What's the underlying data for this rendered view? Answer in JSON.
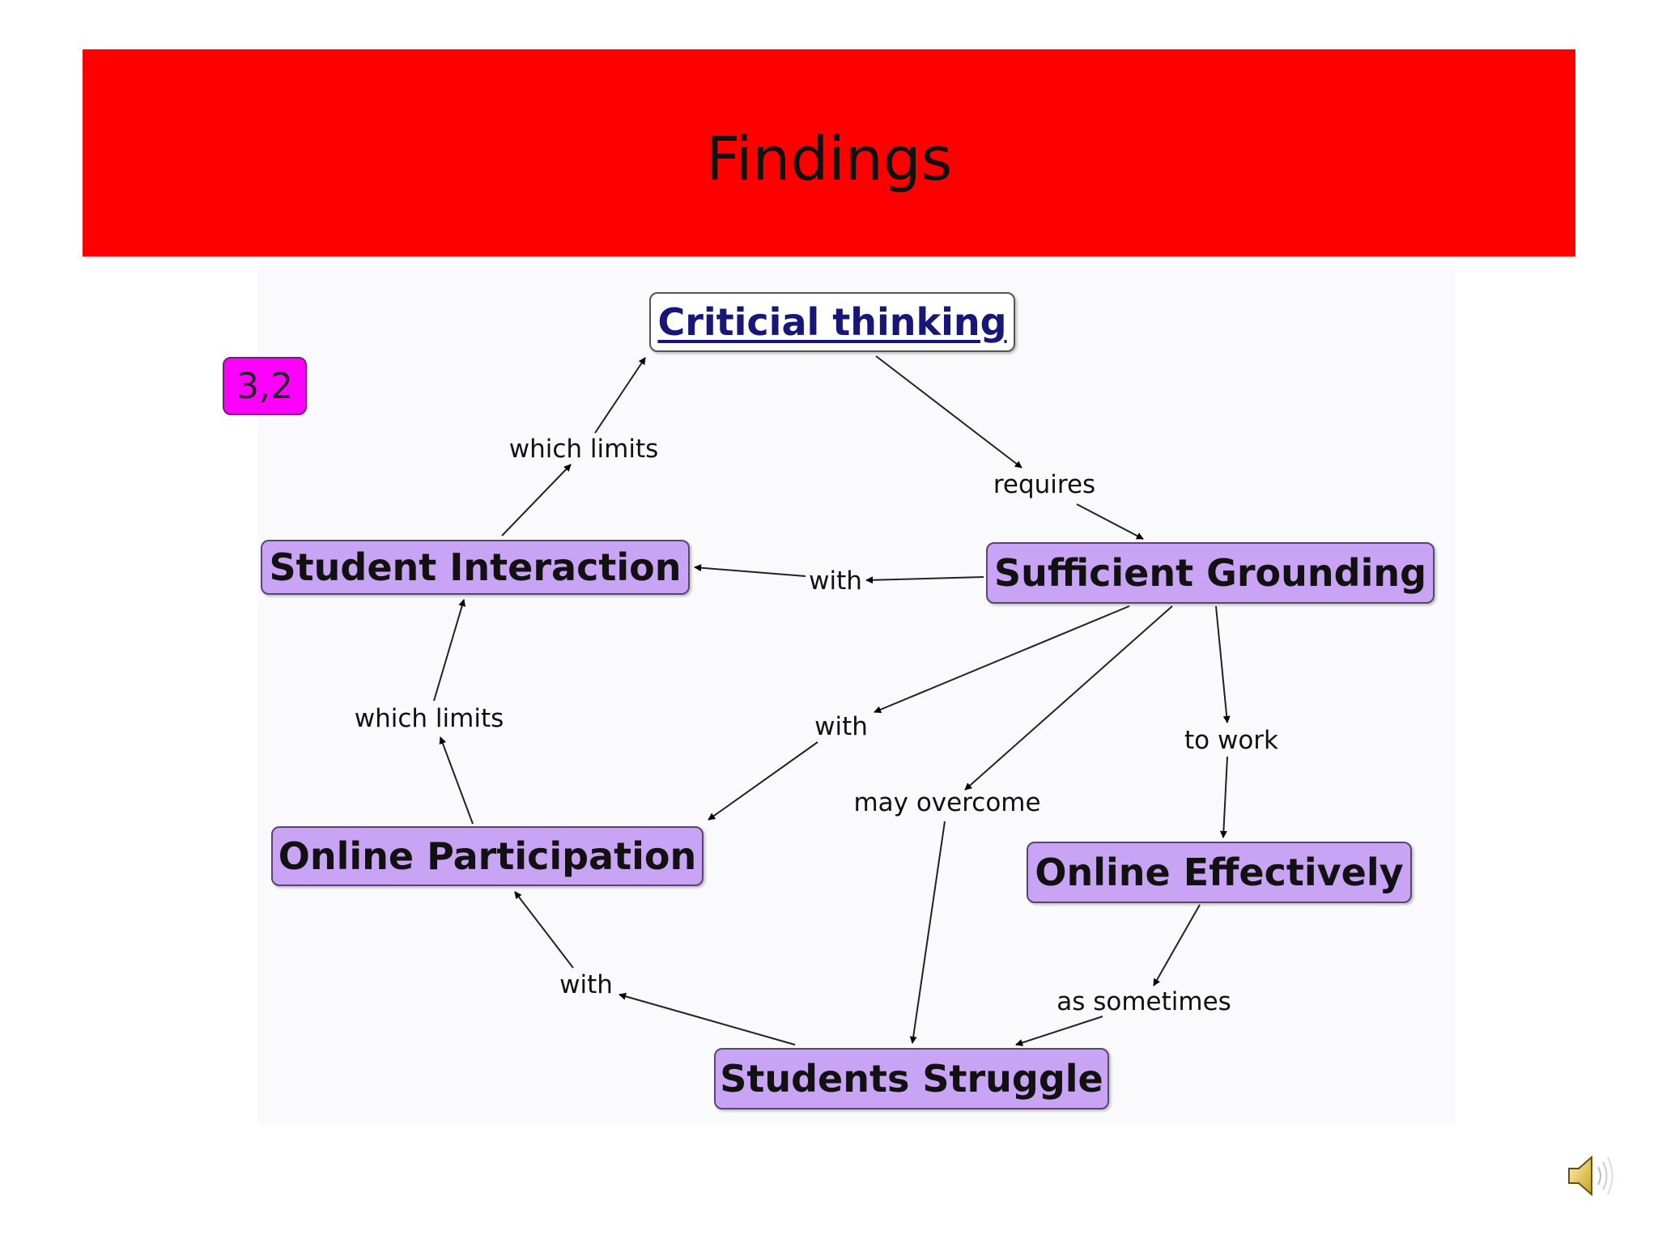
{
  "slide": {
    "title": "Findings",
    "badge": "3,2"
  },
  "concept_map": {
    "nodes": {
      "critical_thinking": "Criticial thinking",
      "sufficient_grounding": "Sufficient Grounding",
      "student_interaction": "Student Interaction",
      "online_participation": "Online Participation",
      "online_effectively": "Online Effectively",
      "students_struggle": "Students Struggle"
    },
    "links": {
      "requires": "requires",
      "which_limits_top": "which limits",
      "which_limits_left": "which limits",
      "with_top": "with",
      "with_middle": "with",
      "with_bottom": "with",
      "may_overcome": "may overcome",
      "to_work": "to work",
      "as_sometimes": "as sometimes"
    },
    "relations": [
      {
        "from": "Criticial thinking",
        "label": "requires",
        "to": "Sufficient Grounding"
      },
      {
        "from": "Sufficient Grounding",
        "label": "with",
        "to": "Student Interaction"
      },
      {
        "from": "Sufficient Grounding",
        "label": "with",
        "to": "Online Participation"
      },
      {
        "from": "Sufficient Grounding",
        "label": "may overcome",
        "to": "Students Struggle"
      },
      {
        "from": "Sufficient Grounding",
        "label": "to work",
        "to": "Online Effectively"
      },
      {
        "from": "Online Effectively",
        "label": "as sometimes",
        "to": "Students Struggle"
      },
      {
        "from": "Students Struggle",
        "label": "with",
        "to": "Online Participation"
      },
      {
        "from": "Online Participation",
        "label": "which limits",
        "to": "Student Interaction"
      },
      {
        "from": "Student Interaction",
        "label": "which limits",
        "to": "Criticial thinking"
      }
    ]
  },
  "colors": {
    "title_bar": "#ff0000",
    "node_fill": "#c9a4f5",
    "root_text": "#17177a",
    "badge_fill": "#ff00ff"
  },
  "icons": {
    "audio": "speaker-icon"
  }
}
